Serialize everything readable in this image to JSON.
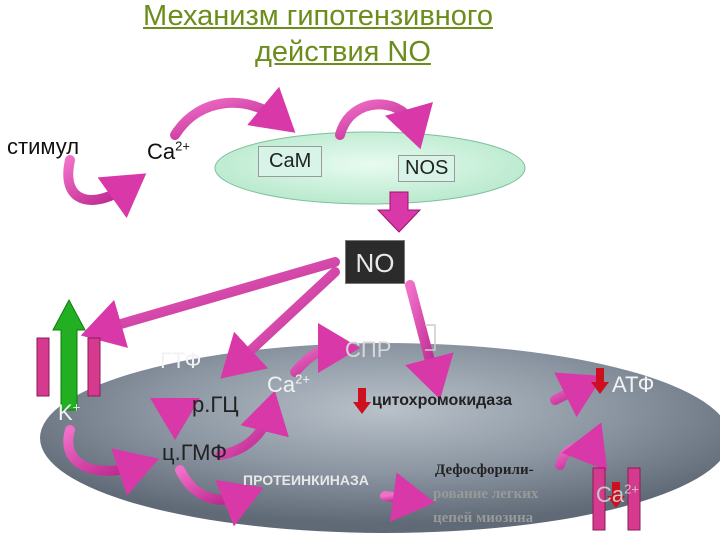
{
  "title": {
    "line1": "Механизм гипотензивного",
    "line2": "действия NO"
  },
  "labels": {
    "stimulus": "стимул",
    "ca_top": "Ca",
    "ca_top_charge": "2+",
    "cam": "CaM",
    "nos": "NOS",
    "no": "NO",
    "gtp": "ГТФ",
    "k": "K",
    "k_charge": "+",
    "rgc": "р.ГЦ",
    "ca_mid": "Ca",
    "ca_mid_charge": "2+",
    "spr": "СПР",
    "cytochrome": "цитохромокидаза",
    "atp": "АТФ",
    "cgmp": "ц.ГМФ",
    "protein_kinase": "ПРОТЕИНКИНАЗА",
    "dephos_line1": "Дефосфорили-",
    "dephos_line2": "рование легких",
    "dephos_line3": "цепей миозина",
    "ca_right": "Ca",
    "ca_right_charge": "2+"
  },
  "colors": {
    "title": "#6c8c1c",
    "arrow": "#e040b0",
    "channel": "#d63a8e",
    "up_arrow": "#22b022",
    "down_arrow": "#cc1020",
    "cell": "#7f8a96",
    "top_ellipse": "#c8f0d8"
  }
}
